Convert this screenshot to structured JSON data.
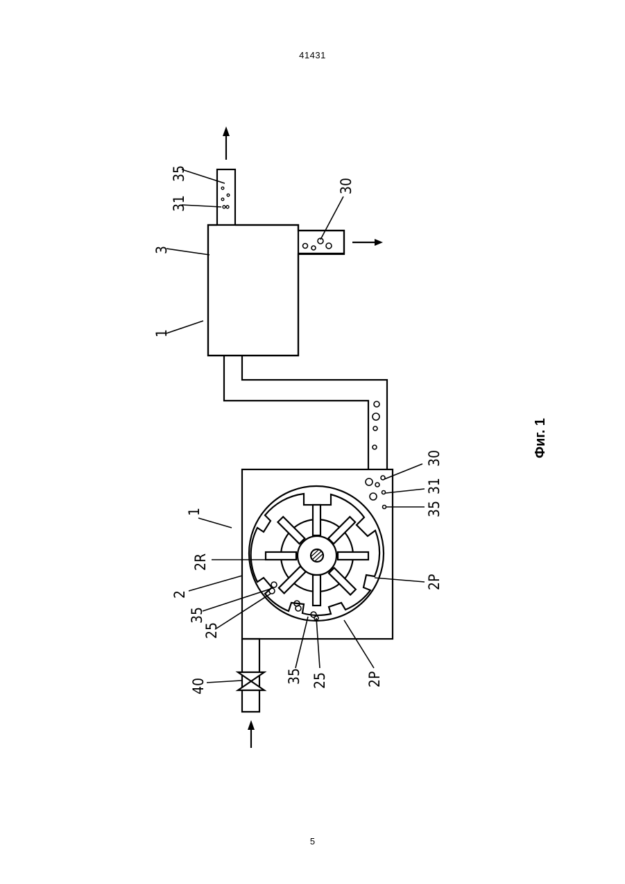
{
  "header": {
    "doc_number": "41431"
  },
  "footer": {
    "page_number": "5"
  },
  "figure": {
    "caption": "Фиг. 1",
    "labels": {
      "l35_top": "35",
      "l31_top": "31",
      "l30_top": "30",
      "l3": "3",
      "l1_top": "1",
      "l1_left": "1",
      "l2R": "2R",
      "l2": "2",
      "l35_a": "35",
      "l25_a": "25",
      "l40": "40",
      "l35_b": "35",
      "l25_b": "25",
      "l2P_bottom": "2P",
      "l2P_right": "2P",
      "l30_right": "30",
      "l31_right": "31",
      "l35_right": "35"
    }
  }
}
